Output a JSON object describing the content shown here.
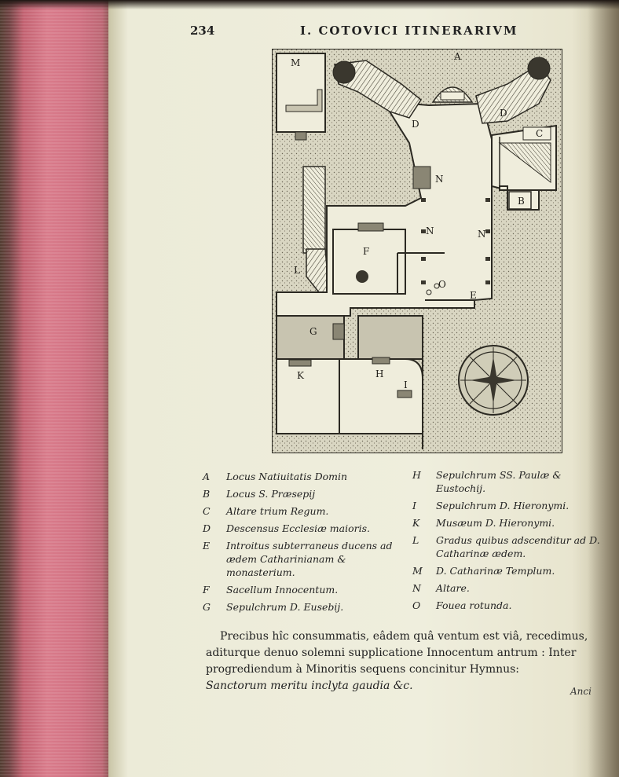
{
  "header": {
    "page_number": "234",
    "running_title": "I. COTOVICI ITINERARIVM"
  },
  "plan_labels": {
    "A": "A",
    "B": "B",
    "C": "C",
    "D": "D",
    "E": "E",
    "F": "F",
    "G": "G",
    "H": "H",
    "I": "I",
    "K": "K",
    "L": "L",
    "M": "M",
    "N": "N",
    "O": "O"
  },
  "legend_left": [
    {
      "key": "A",
      "desc": "Locus Natiuitatis Domin"
    },
    {
      "key": "B",
      "desc": "Locus S. Præsepij"
    },
    {
      "key": "C",
      "desc": "Altare trium Regum."
    },
    {
      "key": "D",
      "desc": "Descensus Ecclesiæ maioris."
    },
    {
      "key": "E",
      "desc": "Introitus subterraneus ducens ad ædem Catharinianam & monasterium."
    },
    {
      "key": "F",
      "desc": "Sacellum Innocentum."
    },
    {
      "key": "G",
      "desc": "Sepulchrum D. Eusebij."
    }
  ],
  "legend_right": [
    {
      "key": "H",
      "desc": "Sepulchrum SS. Paulæ & Eustochij."
    },
    {
      "key": "I",
      "desc": "Sepulchrum D. Hieronymi."
    },
    {
      "key": "K",
      "desc": "Musæum D. Hieronymi."
    },
    {
      "key": "L",
      "desc": "Gradus quibus adscenditur ad D. Catharinæ ædem."
    },
    {
      "key": "M",
      "desc": "D. Catharinæ Templum."
    },
    {
      "key": "N",
      "desc": "Altare."
    },
    {
      "key": "O",
      "desc": "Fouea rotunda."
    }
  ],
  "body": {
    "paragraph": "Precibus hîc consummatis, eâdem quâ ventum est viâ, recedimus, aditurque denuo solemni supplicatione Innocentum antrum : Inter progrediendum à Minoritis sequens concinitur Hymnus:",
    "hymn_line": "Sanctorum meritu inclyta gaudia &c.",
    "catchword": "Anci"
  }
}
